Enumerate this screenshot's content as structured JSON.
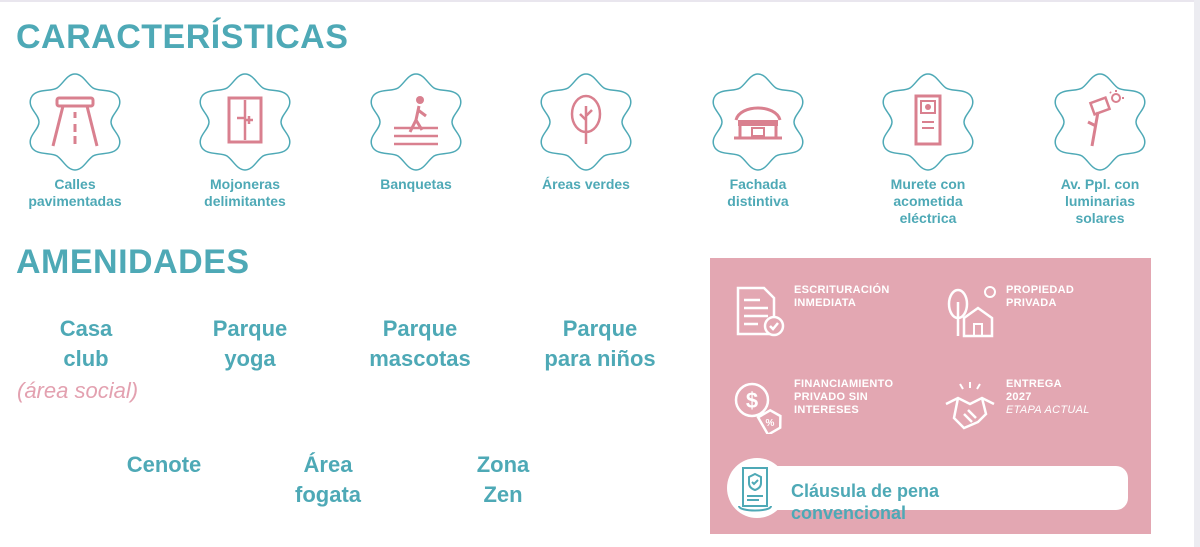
{
  "caracteristicas": {
    "title": "CARACTERÍSTICAS",
    "items": [
      {
        "line1": "Calles",
        "line2": "pavimentadas",
        "line3": "",
        "icon": "road-icon"
      },
      {
        "line1": "Mojoneras",
        "line2": "delimitantes",
        "line3": "",
        "icon": "boundary-post-icon"
      },
      {
        "line1": "Banquetas",
        "line2": "",
        "line3": "",
        "icon": "sidewalk-icon"
      },
      {
        "line1": "Áreas verdes",
        "line2": "",
        "line3": "",
        "icon": "tree-icon"
      },
      {
        "line1": "Fachada",
        "line2": "distintiva",
        "line3": "",
        "icon": "facade-icon"
      },
      {
        "line1": "Murete con",
        "line2": "acometida",
        "line3": "eléctrica",
        "icon": "electric-meter-icon"
      },
      {
        "line1": "Av. Ppl. con",
        "line2": "luminarias",
        "line3": "solares",
        "icon": "solar-lamp-icon"
      }
    ]
  },
  "amenidades": {
    "title": "AMENIDADES",
    "items": [
      {
        "line1": "Casa",
        "line2": "club"
      },
      {
        "line1": "Parque",
        "line2": "yoga"
      },
      {
        "line1": "Parque",
        "line2": "mascotas"
      },
      {
        "line1": "Parque",
        "line2": "para niños"
      },
      {
        "line1": "Cenote",
        "line2": ""
      },
      {
        "line1": "Área",
        "line2": "fogata"
      },
      {
        "line1": "Zona",
        "line2": "Zen"
      }
    ],
    "casa_club_note": "(área social)"
  },
  "beneficios": {
    "items": [
      {
        "line1": "ESCRITURACIÓN",
        "line2": "INMEDIATA",
        "line3": "",
        "sub": "",
        "icon": "document-check-icon"
      },
      {
        "line1": "PROPIEDAD",
        "line2": "PRIVADA",
        "line3": "",
        "sub": "",
        "icon": "house-tree-icon"
      },
      {
        "line1": "FINANCIAMIENTO",
        "line2": "PRIVADO SIN",
        "line3": "INTERESES",
        "sub": "",
        "icon": "dollar-discount-icon"
      },
      {
        "line1": "ENTREGA",
        "line2": "2027",
        "line3": "",
        "sub": "ETAPA ACTUAL",
        "icon": "handshake-icon"
      }
    ],
    "clause": {
      "line1": "Cláusula de pena",
      "line2": "convencional",
      "icon": "contract-shield-icon"
    }
  },
  "colors": {
    "teal": "#4ea9b6",
    "pink": "#d9808f",
    "panel": "#e3a7b2"
  }
}
